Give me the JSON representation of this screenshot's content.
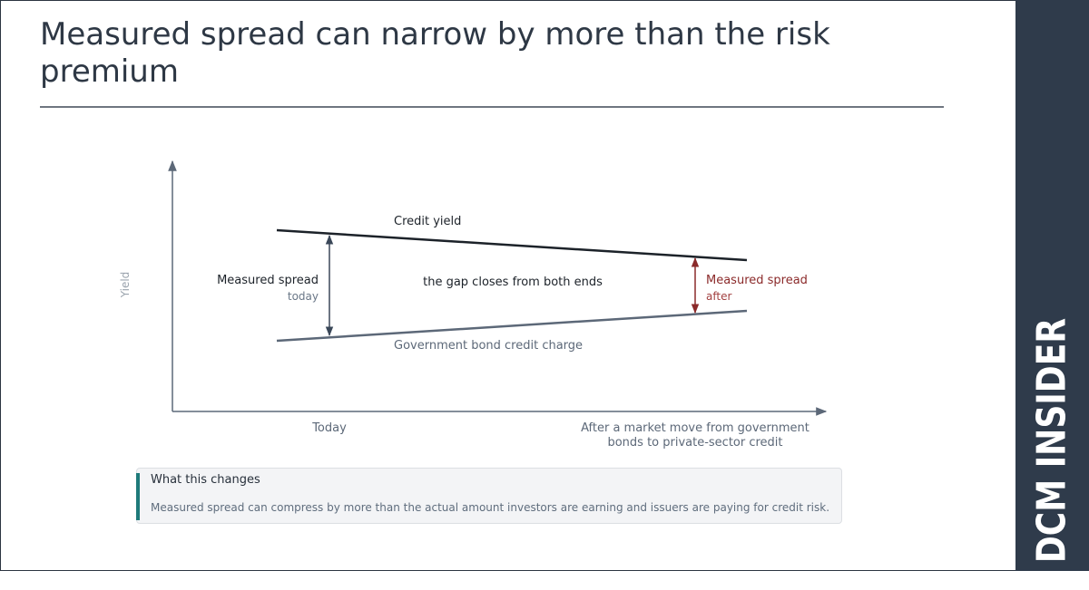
{
  "title": "Measured spread can narrow by more than the risk premium",
  "brand": "DCM INSIDER",
  "diagram": {
    "y_axis_label": "Yield",
    "x_ticks": {
      "today": "Today",
      "after_line1": "After a market move from government",
      "after_line2": "bonds to private-sector credit"
    },
    "credit_line_label": "Credit yield",
    "govt_line_label": "Government bond credit charge",
    "center_annotation": "the gap closes from both ends",
    "spread_today": {
      "label": "Measured spread",
      "sub": "today"
    },
    "spread_after": {
      "label": "Measured spread",
      "sub": "after"
    },
    "colors": {
      "credit_line": "#1c2229",
      "govt_line": "#5c6878",
      "axis": "#5c6878",
      "spread_today": "#3a4758",
      "spread_after": "#8b2a2a",
      "accent_bar": "#1e7a7a",
      "sidebar": "#2f3b4b"
    }
  },
  "note": {
    "heading": "What this changes",
    "body": "Measured spread can compress by more than the actual amount investors are earning and issuers are paying for credit risk."
  }
}
